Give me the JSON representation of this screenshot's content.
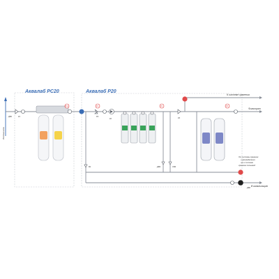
{
  "titles": {
    "left": "Аквалаб РС20",
    "right": "Аквалаб Р20"
  },
  "labels": {
    "inlet": "Исходная вода",
    "to_storage": "К системе хранения",
    "filtrate": "Фильтрат",
    "from_storage_1": "От системы хранения",
    "from_storage_2": "и распределения",
    "from_storage_3": "или к системе",
    "from_storage_4": "хранения питьевой",
    "drain": "В канализацию"
  },
  "valves": {
    "v_dv1": "ДВ1",
    "v_k1": "К1",
    "v_p2": "Р2",
    "v_k2": "К2",
    "v_k3": "К3",
    "v_v1": "В1",
    "v_dv3": "ДВ3",
    "v_sv4": "СВ4",
    "v_dv2": "ДВ2"
  },
  "tags": {
    "t_ps1": "РС1",
    "t_pc1": "Р1",
    "t_pc2": "Р2",
    "t_pc3": "Р3"
  },
  "colors": {
    "pipe": "#8a8f99",
    "accent": "#3a6db5",
    "red": "#e04a4a",
    "cart_orange": "#f2a15f",
    "cart_yellow": "#f5d34a",
    "cart_green": "#39a35a",
    "cart_blue": "#7e88c7"
  }
}
